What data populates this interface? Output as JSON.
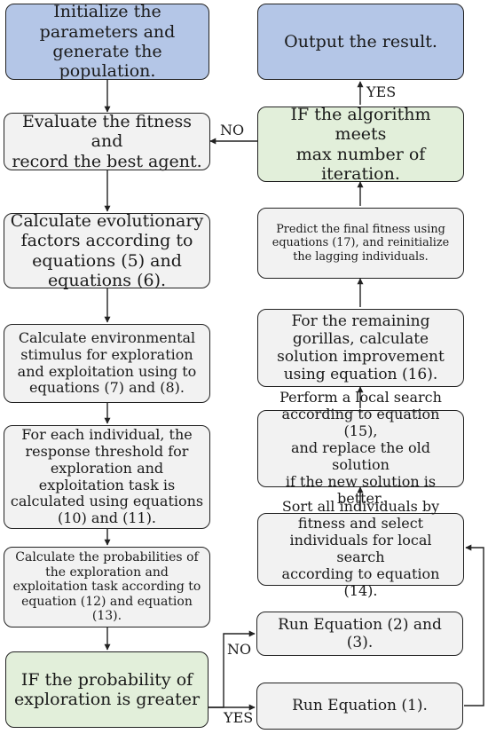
{
  "nodes": {
    "init": "Initialize the\nparameters and\ngenerate the population.",
    "evaluate": "Evaluate the fitness and\nrecord the best agent.",
    "evolutionary": "Calculate evolutionary\nfactors according to\nequations (5) and\nequations (6).",
    "stimulus": "Calculate environmental\nstimulus for exploration\nand exploitation using to\nequations (7) and (8).",
    "threshold": "For each individual, the\nresponse threshold for\nexploration and\nexploitation task is\ncalculated using equations\n(10) and (11).",
    "probabilities": "Calculate the probabilities of\nthe exploration and\nexploitation task according to\nequation (12) and equation (13).",
    "if_explore": "IF the probability of\nexploration is greater",
    "output": "Output the result.",
    "if_max": "IF the algorithm meets\nmax number of iteration.",
    "predict": "Predict the final fitness using\nequations (17), and reinitialize\nthe lagging individuals.",
    "remaining": "For the remaining\ngorillas, calculate\nsolution improvement\nusing equation (16).",
    "local_search": "Perform a local search\naccording to equation (15),\nand replace the old solution\nif the new solution is better.",
    "sort": "Sort all individuals by\nfitness and select\nindividuals for local search\naccording to equation (14).",
    "run23": "Run Equation (2) and (3).",
    "run1": "Run Equation (1)."
  },
  "edge_labels": {
    "no_evaluate": "NO",
    "yes_output": "YES",
    "no_run23": "NO",
    "yes_run1": "YES"
  }
}
